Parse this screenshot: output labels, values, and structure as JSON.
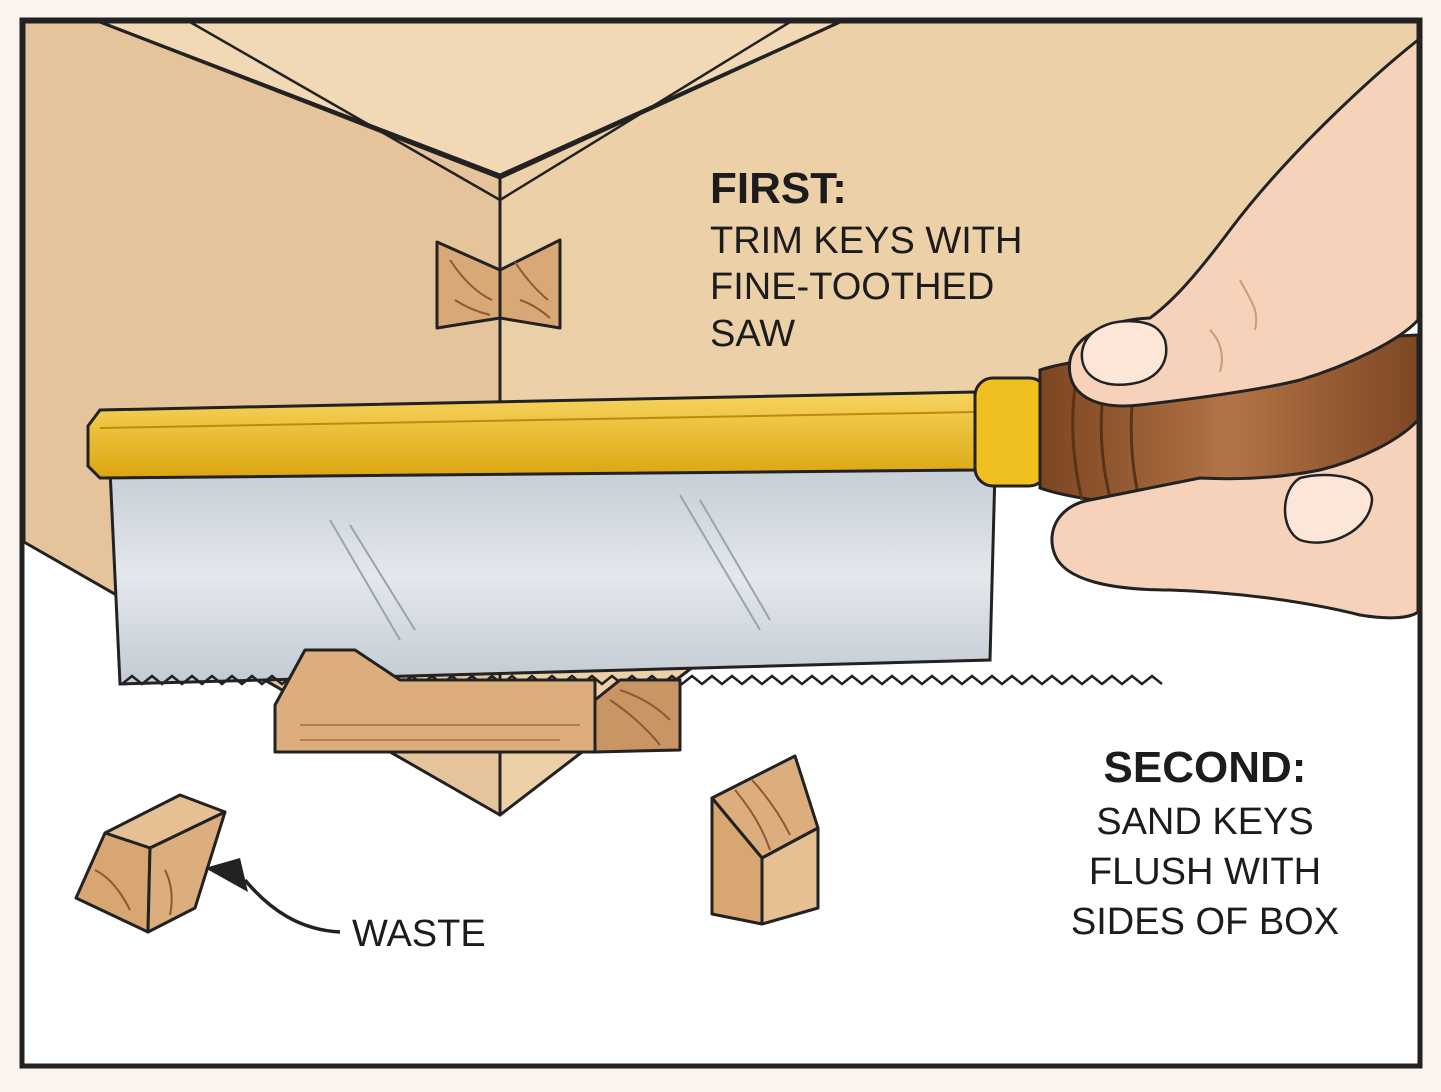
{
  "colors": {
    "frame_bg": "#fbf4ee",
    "panel_bg": "#ffffff",
    "wood_face": "#e8c9a0",
    "wood_face_dark": "#dcb88c",
    "key_wood": "#d9a877",
    "saw_spine": "#f0c020",
    "saw_blade": "#d5dbe2",
    "handle_wood": "#9c5f35",
    "skin": "#f6d2ba",
    "outline": "#222222"
  },
  "steps": {
    "first": {
      "heading": "FIRST:",
      "lines": [
        "TRIM KEYS WITH",
        "FINE-TOOTHED",
        "SAW"
      ]
    },
    "second": {
      "heading": "SECOND:",
      "lines": [
        "SAND KEYS",
        "FLUSH WITH",
        "SIDES OF BOX"
      ]
    }
  },
  "callouts": {
    "waste": "WASTE"
  },
  "icons": {
    "box_corner": "box-corner-illustration",
    "saw": "dovetail-saw-icon",
    "hand": "hand-icon",
    "key": "spline-key-icon",
    "waste_piece": "waste-offcut-icon",
    "arrow": "curved-arrow-icon"
  }
}
